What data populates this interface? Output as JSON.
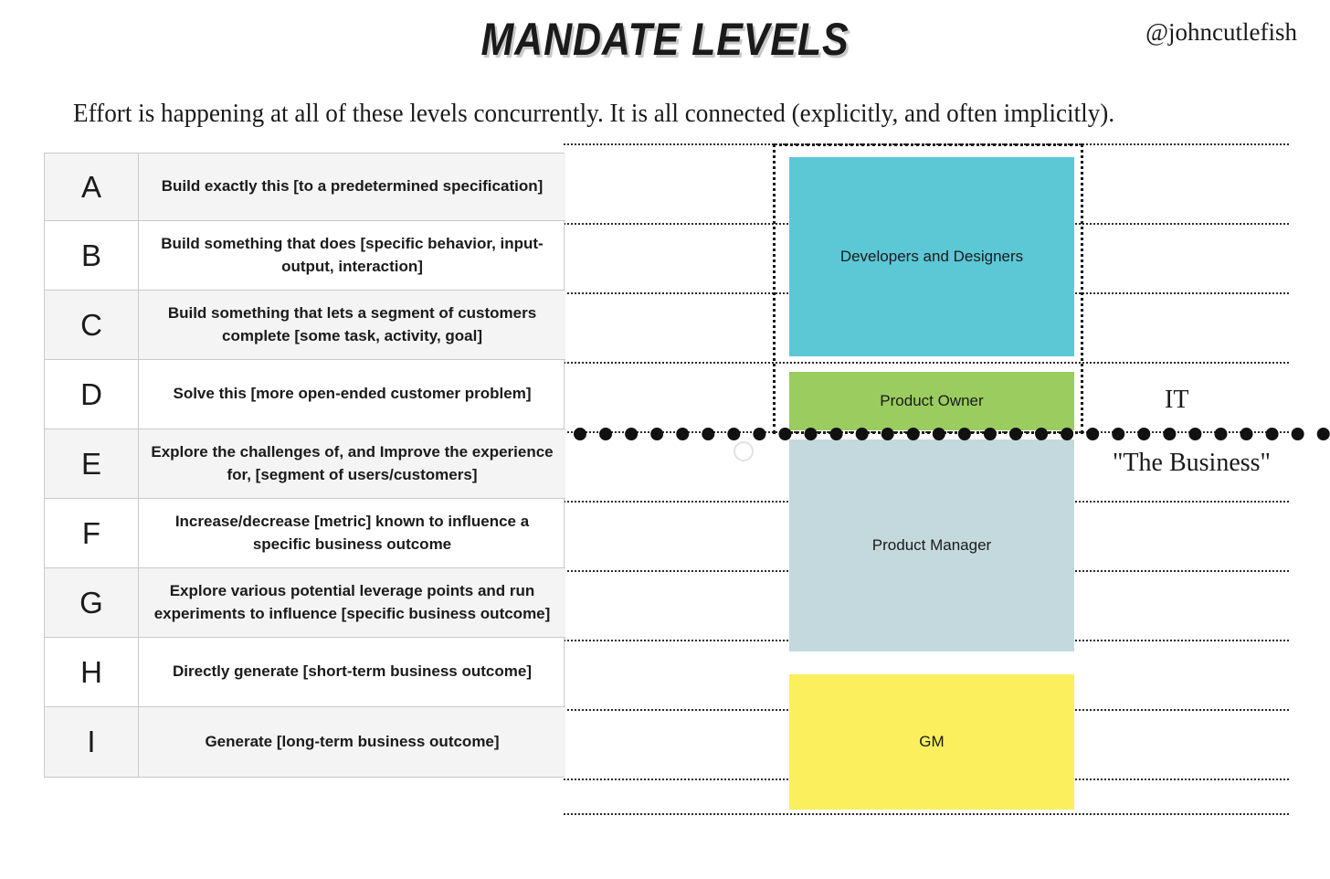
{
  "header": {
    "title": "MANDATE LEVELS",
    "handle": "@johncutlefish",
    "subtitle": "Effort is happening at all of these levels concurrently. It is all connected (explicitly, and often implicitly)."
  },
  "table": {
    "rows": [
      {
        "letter": "A",
        "text": "Build exactly this [to a predetermined specification]"
      },
      {
        "letter": "B",
        "text": "Build something that does [specific behavior, input-output, interaction]"
      },
      {
        "letter": "C",
        "text": "Build something that lets a segment of customers complete [some task, activity, goal]"
      },
      {
        "letter": "D",
        "text": "Solve this [more open-ended customer problem]"
      },
      {
        "letter": "E",
        "text": "Explore the challenges of, and Improve the experience for, [segment of users/customers]"
      },
      {
        "letter": "F",
        "text": "Increase/decrease [metric] known to influence a specific business outcome"
      },
      {
        "letter": "G",
        "text": "Explore various potential leverage points and run experiments to influence [specific business outcome]"
      },
      {
        "letter": "H",
        "text": "Directly generate [short-term business outcome]"
      },
      {
        "letter": "I",
        "text": "Generate [long-term business outcome]"
      }
    ]
  },
  "roles": {
    "developers": {
      "label": "Developers and Designers",
      "color": "#5cc8d6",
      "spans_levels": "A-C"
    },
    "product_owner": {
      "label": "Product Owner",
      "color": "#9bcc5f",
      "spans_levels": "D"
    },
    "product_manager": {
      "label": "Product Manager",
      "color": "#c4d9de",
      "spans_levels": "E-G"
    },
    "gm": {
      "label": "GM",
      "color": "#fbef5e",
      "spans_levels": "H-I"
    }
  },
  "side_labels": {
    "above_divider": "IT",
    "below_divider": "\"The Business\""
  }
}
